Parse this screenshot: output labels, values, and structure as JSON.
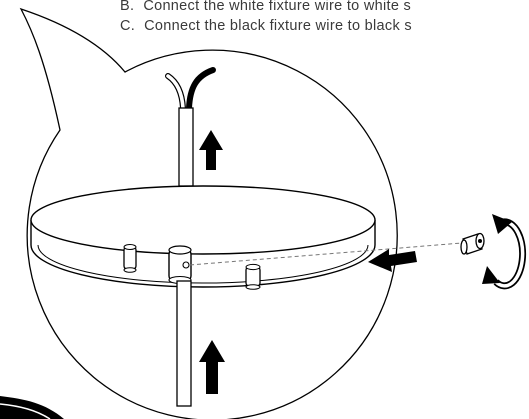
{
  "instructions": [
    {
      "label": "B.",
      "text": "Connect the white fixture wire to white s"
    },
    {
      "label": "C.",
      "text": "Connect the black fixture wire to black s"
    }
  ],
  "colors": {
    "ink": "#000000",
    "text": "#3a3a3a",
    "leader_line": "#777777",
    "background": "#ffffff"
  },
  "icons": [
    "up-arrow",
    "left-arrow",
    "rotate-arrow",
    "set-screw",
    "threaded-nipple"
  ]
}
